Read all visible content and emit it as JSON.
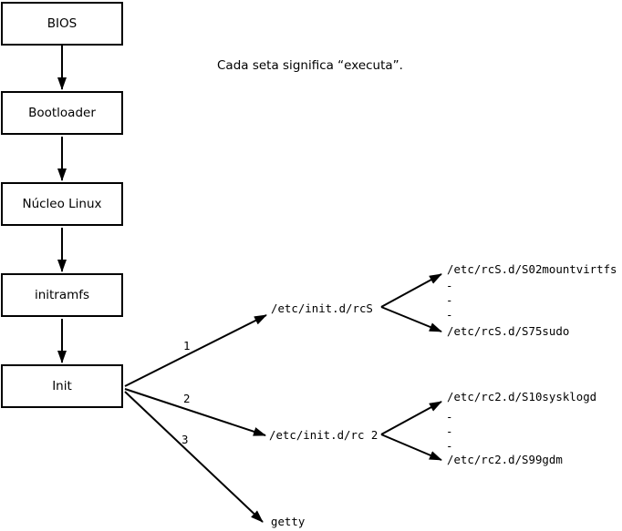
{
  "note": "Cada seta significa “executa”.",
  "flow_boxes": [
    {
      "label": "BIOS"
    },
    {
      "label": "Bootloader"
    },
    {
      "label": "Núcleo Linux"
    },
    {
      "label": "initramfs"
    },
    {
      "label": "Init"
    }
  ],
  "branches": [
    {
      "number": "1",
      "target": "/etc/init.d/rcS"
    },
    {
      "number": "2",
      "target": "/etc/init.d/rc 2"
    },
    {
      "number": "3",
      "target": "getty"
    }
  ],
  "script_groups": [
    {
      "first": "/etc/rcS.d/S02mountvirtfs",
      "ellipsis": "-\n-\n-",
      "last": "/etc/rcS.d/S75sudo"
    },
    {
      "first": "/etc/rc2.d/S10sysklogd",
      "ellipsis": "-\n-\n-",
      "last": "/etc/rc2.d/S99gdm"
    }
  ],
  "colors": {
    "line": "#000000",
    "background": "#ffffff",
    "box_fill": "#ffffff"
  }
}
